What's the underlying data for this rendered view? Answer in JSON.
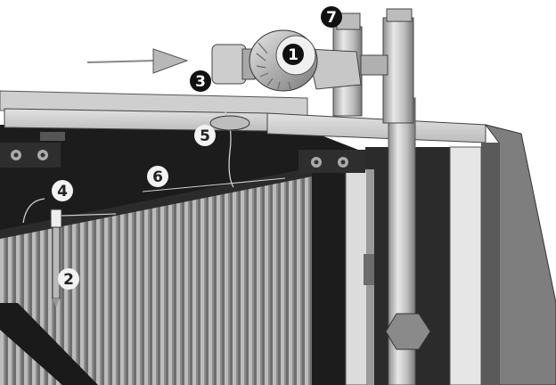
{
  "callouts": [
    {
      "id": "1",
      "label": "1",
      "style": "dark"
    },
    {
      "id": "2",
      "label": "2",
      "style": "light"
    },
    {
      "id": "3",
      "label": "3",
      "style": "dark"
    },
    {
      "id": "4",
      "label": "4",
      "style": "light"
    },
    {
      "id": "5",
      "label": "5",
      "style": "light"
    },
    {
      "id": "6",
      "label": "6",
      "style": "light"
    },
    {
      "id": "7",
      "label": "7",
      "style": "dark"
    }
  ],
  "colors": {
    "dark_callout": "#111111",
    "light_callout": "#f2f2f2",
    "fin_light": "#9a9a9a",
    "fin_dark": "#3a3a3a",
    "frame": "#d6d6d6",
    "shadow": "#1e1e1e",
    "pipe": "#c9c9c9"
  }
}
